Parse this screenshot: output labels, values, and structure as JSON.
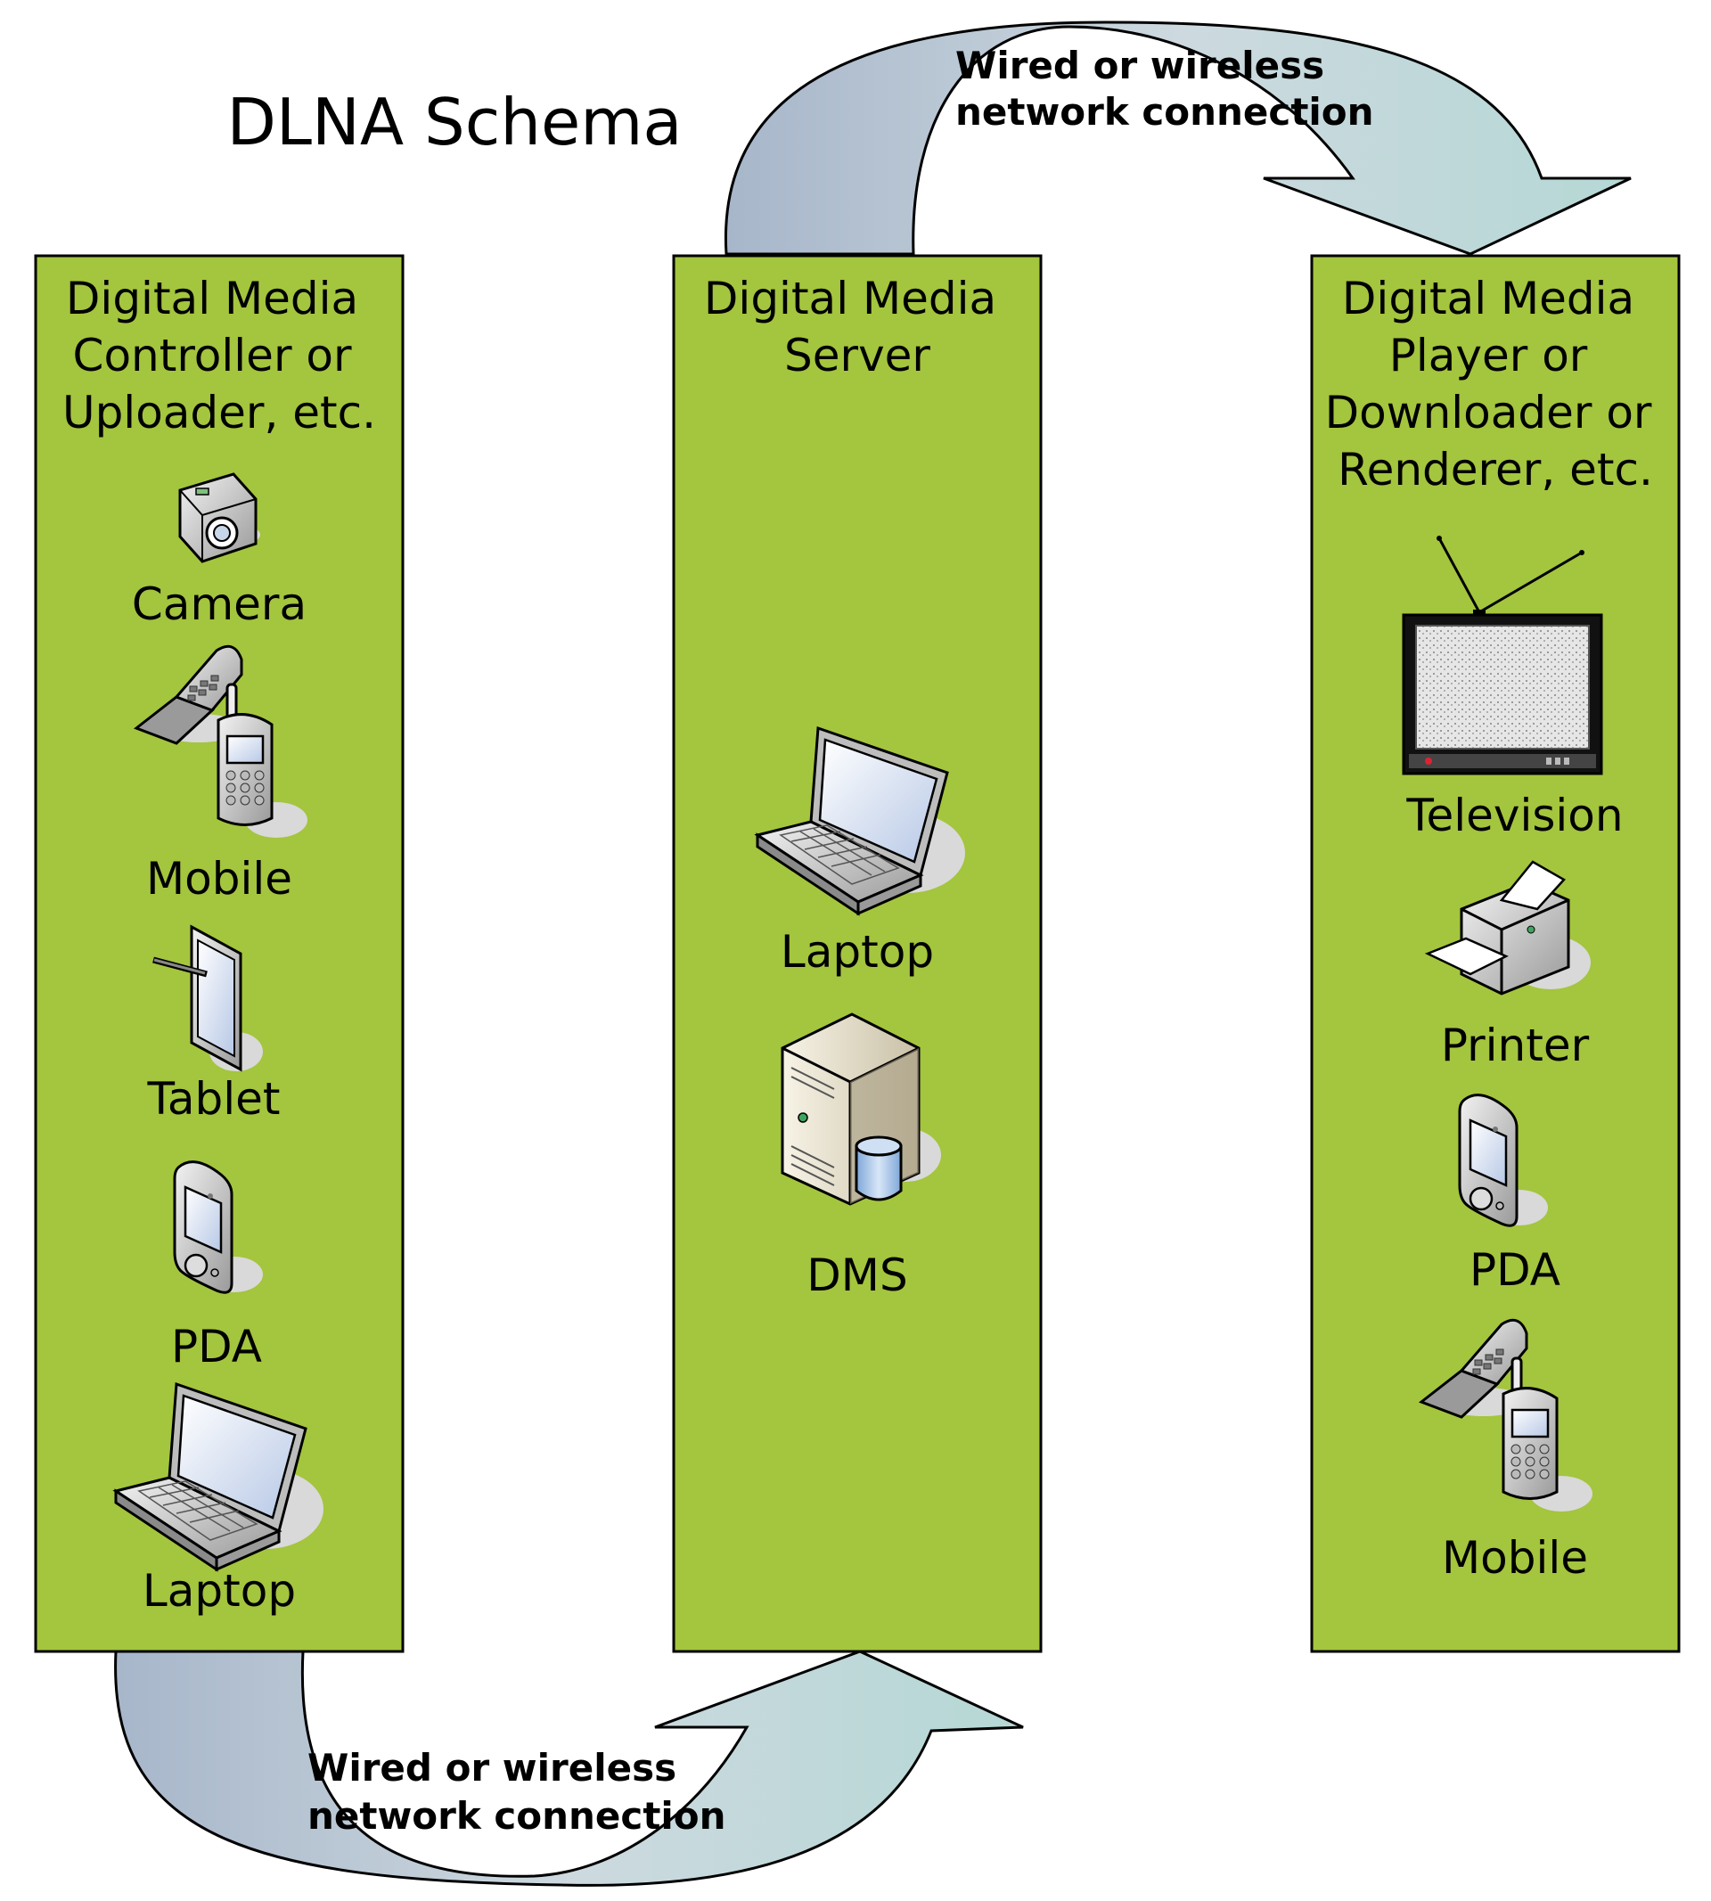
{
  "title": "DLNA Schema",
  "connections": {
    "top_label": [
      "Wired or wireless",
      "network connection"
    ],
    "bottom_label": [
      "Wired or wireless",
      "network connection"
    ]
  },
  "columns": [
    {
      "title_lines": [
        "Digital Media",
        "Controller or",
        "Uploader, etc."
      ],
      "devices": [
        "Camera",
        "Mobile",
        "Tablet",
        "PDA",
        "Laptop"
      ]
    },
    {
      "title_lines": [
        "Digital Media",
        "Server"
      ],
      "devices": [
        "Laptop",
        "DMS"
      ]
    },
    {
      "title_lines": [
        "Digital Media",
        "Player or",
        "Downloader or",
        "Renderer, etc."
      ],
      "devices": [
        "Television",
        "Printer",
        "PDA",
        "Mobile"
      ]
    }
  ],
  "colors": {
    "column_fill": "#a4c53e",
    "arrow_start": "#a7b6ca",
    "arrow_end": "#b5d8d5"
  },
  "icons": [
    "camera-icon",
    "mobile-phone-icon",
    "tablet-icon",
    "pda-icon",
    "laptop-icon",
    "server-icon",
    "television-icon",
    "printer-icon"
  ]
}
